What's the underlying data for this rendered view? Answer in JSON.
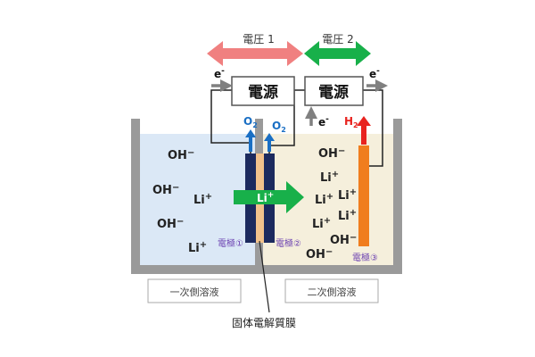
{
  "voltage": {
    "v1": "電圧 1",
    "v2": "電圧 2",
    "v1_color": "#f08080",
    "v2_color": "#18b04a"
  },
  "power_supply": {
    "left": "電源",
    "right": "電源"
  },
  "electron": {
    "symbol": "e",
    "superscript": "-"
  },
  "gases": {
    "o2_main": "O",
    "o2_sub": "2",
    "h2_main": "H",
    "h2_sub": "2",
    "o2_color": "#1a6fc4",
    "h2_color": "#e8231f"
  },
  "ions": {
    "oh": "OH",
    "minus": "−",
    "li": "Li",
    "plus": "+"
  },
  "membrane_arrow": {
    "text": "Li",
    "sup": "+"
  },
  "electrodes": {
    "e1": "電極①",
    "e2": "電極②",
    "e3": "電極③",
    "label_color": "#6a3fb0"
  },
  "solutions": {
    "primary": "一次側溶液",
    "secondary": "二次側溶液",
    "primary_color": "#dbe8f6",
    "secondary_color": "#f5efdc"
  },
  "membrane_label": "固体電解質膜"
}
